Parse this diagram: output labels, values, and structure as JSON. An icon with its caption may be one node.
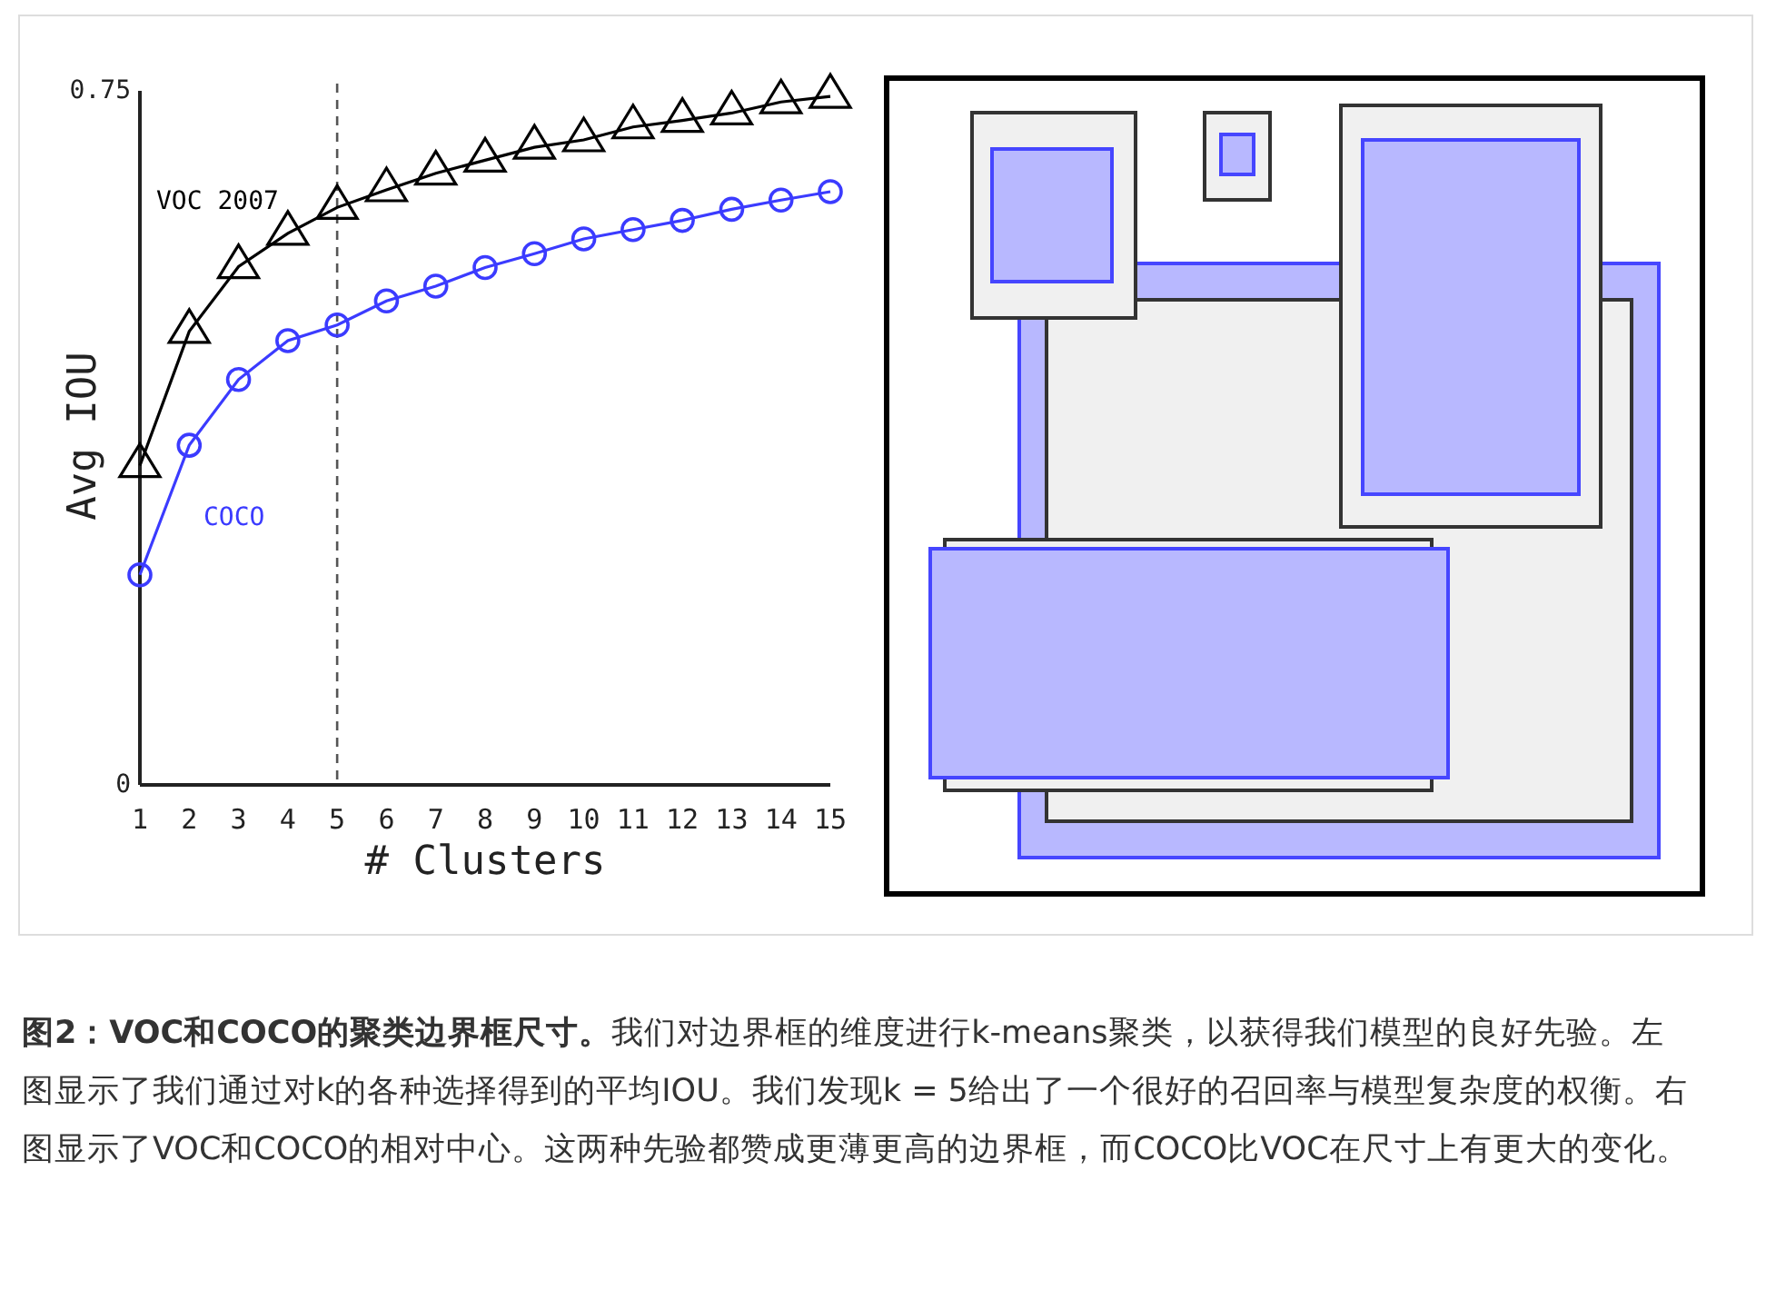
{
  "diagram": {
    "caption": "**图2：VOC和COCO的聚类边界框尺寸。**我们对边界框的维度进行k-means聚类，以获得我们模型的良好先验。左图显示了我们通过对k的各种选择得到的平均IOU。我们发现k = 5给出了一个很好的召回率与模型复杂度的权衡。右图显示了VOC和COCO的相对中心。这两种先验都赞成更薄更高的边界框，而COCO比VOC在尺寸上有更大的变化。",
    "chart_data": {
      "type": "line",
      "xlabel": "# Clusters",
      "ylabel": "Avg IOU",
      "x": [
        1,
        2,
        3,
        4,
        5,
        6,
        7,
        8,
        9,
        10,
        11,
        12,
        13,
        14,
        15
      ],
      "series": [
        {
          "name": "VOC 2007",
          "color": "#000000",
          "marker": "triangle",
          "values": [
            0.345,
            0.49,
            0.56,
            0.596,
            0.624,
            0.643,
            0.661,
            0.675,
            0.689,
            0.697,
            0.711,
            0.718,
            0.726,
            0.738,
            0.744
          ]
        },
        {
          "name": "COCO",
          "color": "#3b3bff",
          "marker": "circle",
          "values": [
            0.227,
            0.367,
            0.438,
            0.48,
            0.497,
            0.523,
            0.539,
            0.559,
            0.574,
            0.59,
            0.6,
            0.61,
            0.622,
            0.632,
            0.641
          ]
        }
      ],
      "xlim": [
        1,
        15
      ],
      "ylim": [
        0,
        0.75
      ],
      "yticks": [
        0,
        0.75
      ],
      "xticks": [
        1,
        2,
        3,
        4,
        5,
        6,
        7,
        8,
        9,
        10,
        11,
        12,
        13,
        14,
        15
      ]
    }
  }
}
